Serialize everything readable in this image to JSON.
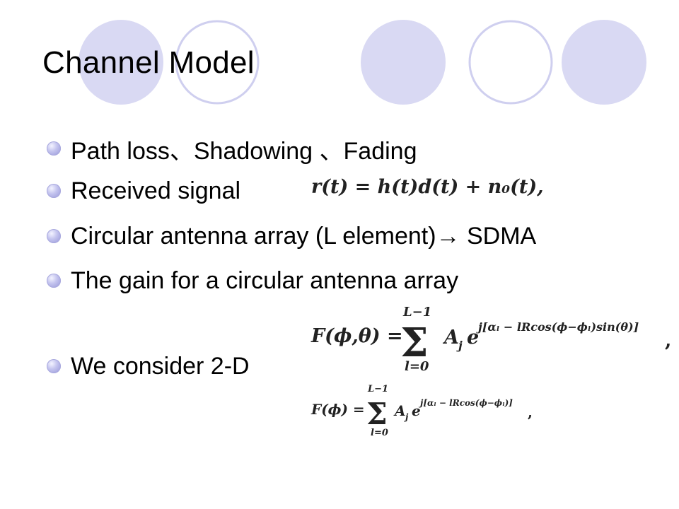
{
  "slide": {
    "title": "Channel Model",
    "bullets": [
      "Path loss、Shadowing 、Fading",
      "Received signal",
      "Circular antenna array (L element)→ SDMA",
      "The gain for a circular antenna array",
      "We consider 2-D"
    ]
  },
  "equations": {
    "received_signal": "r(t) = h(t)d(t) + n₀(t),",
    "gain_3d": {
      "lhs": "F(ϕ,θ) =",
      "sum_upper": "L−1",
      "sum_lower": "l=0",
      "term": "A",
      "term_sub": "j",
      "base": "e",
      "exponent": "j[αₗ − lRcos(ϕ−ϕₗ)sin(θ)]",
      "tail": ","
    },
    "gain_2d": {
      "lhs": "F(ϕ) =",
      "sum_upper": "L−1",
      "sum_lower": "l=0",
      "term": "A",
      "term_sub": "j",
      "base": "e",
      "exponent": "j[αₗ − lRcos(ϕ−ϕₗ)]",
      "tail": ","
    }
  },
  "colors": {
    "circle_fill": "#d9d9f3",
    "circle_outline": "#cfcfef",
    "bullet": "#a5a5e0"
  }
}
